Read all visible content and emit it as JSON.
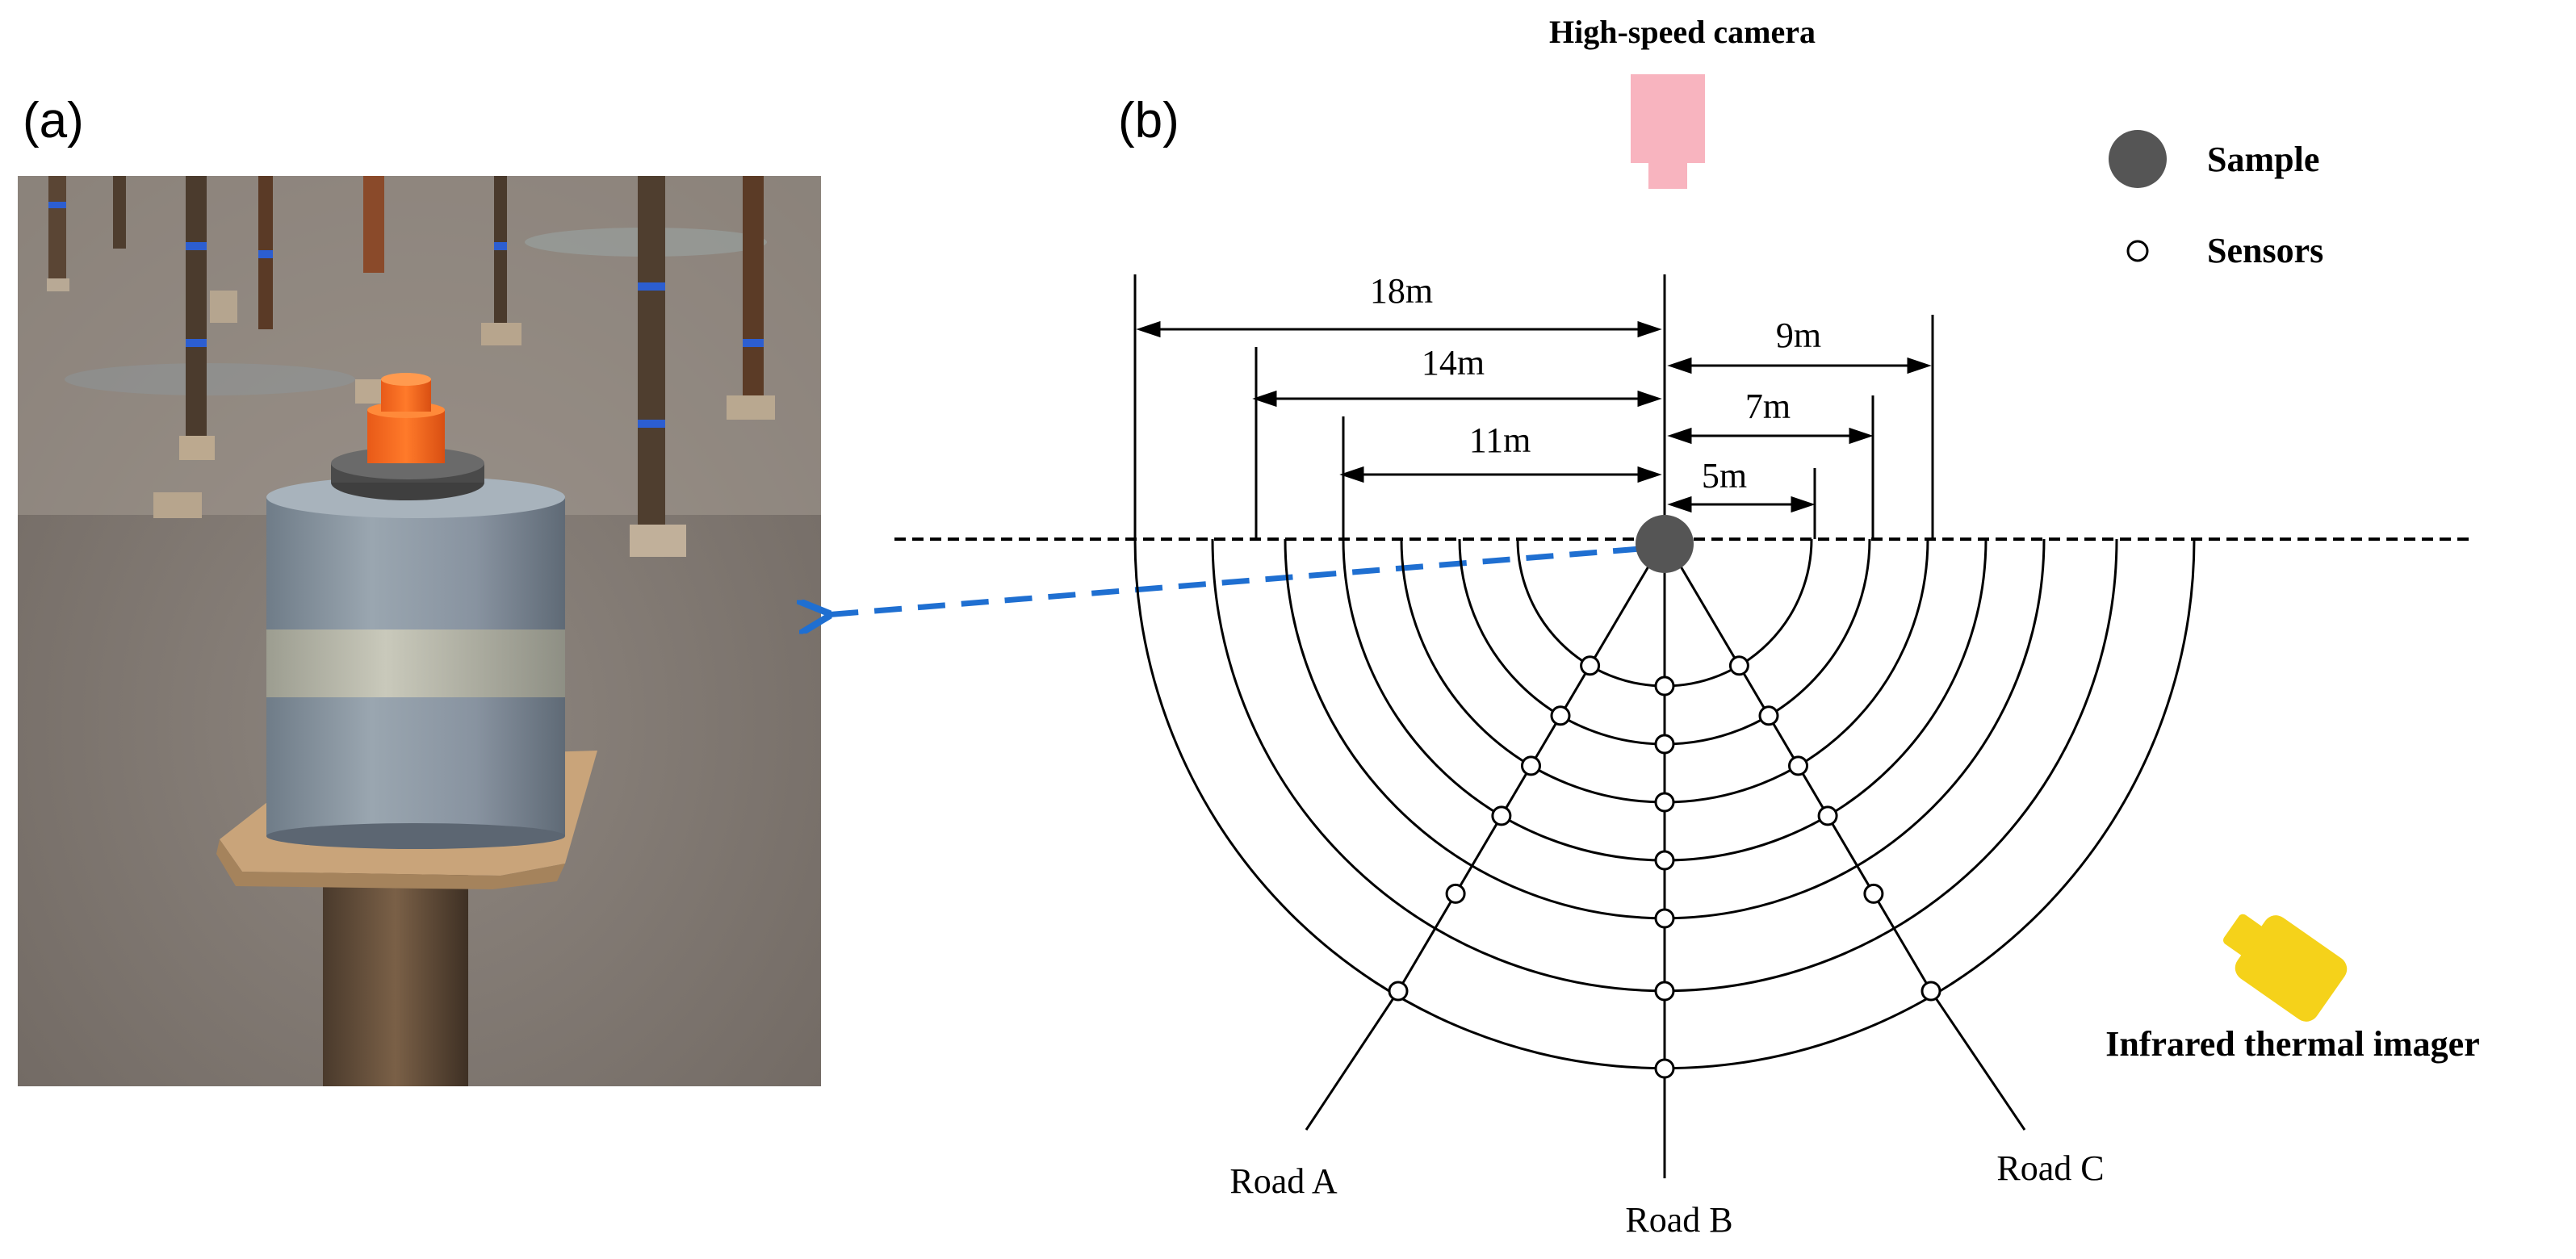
{
  "panels": {
    "a": {
      "label": "(a)"
    },
    "b": {
      "label": "(b)"
    }
  },
  "diagram": {
    "camera_label": "High-speed camera",
    "legend": {
      "sample": "Sample",
      "sensors": "Sensors"
    },
    "thermal_imager_label": "Infrared thermal imager",
    "distances": {
      "left": [
        "18m",
        "14m",
        "11m"
      ],
      "right": [
        "9m",
        "7m",
        "5m"
      ]
    },
    "roads": [
      "Road A",
      "Road B",
      "Road C"
    ]
  },
  "colors": {
    "camera": "#f8b4bf",
    "thermal_imager": "#f5d21a",
    "sample": "#555555",
    "pointer_arrow": "#1f6fd1"
  }
}
